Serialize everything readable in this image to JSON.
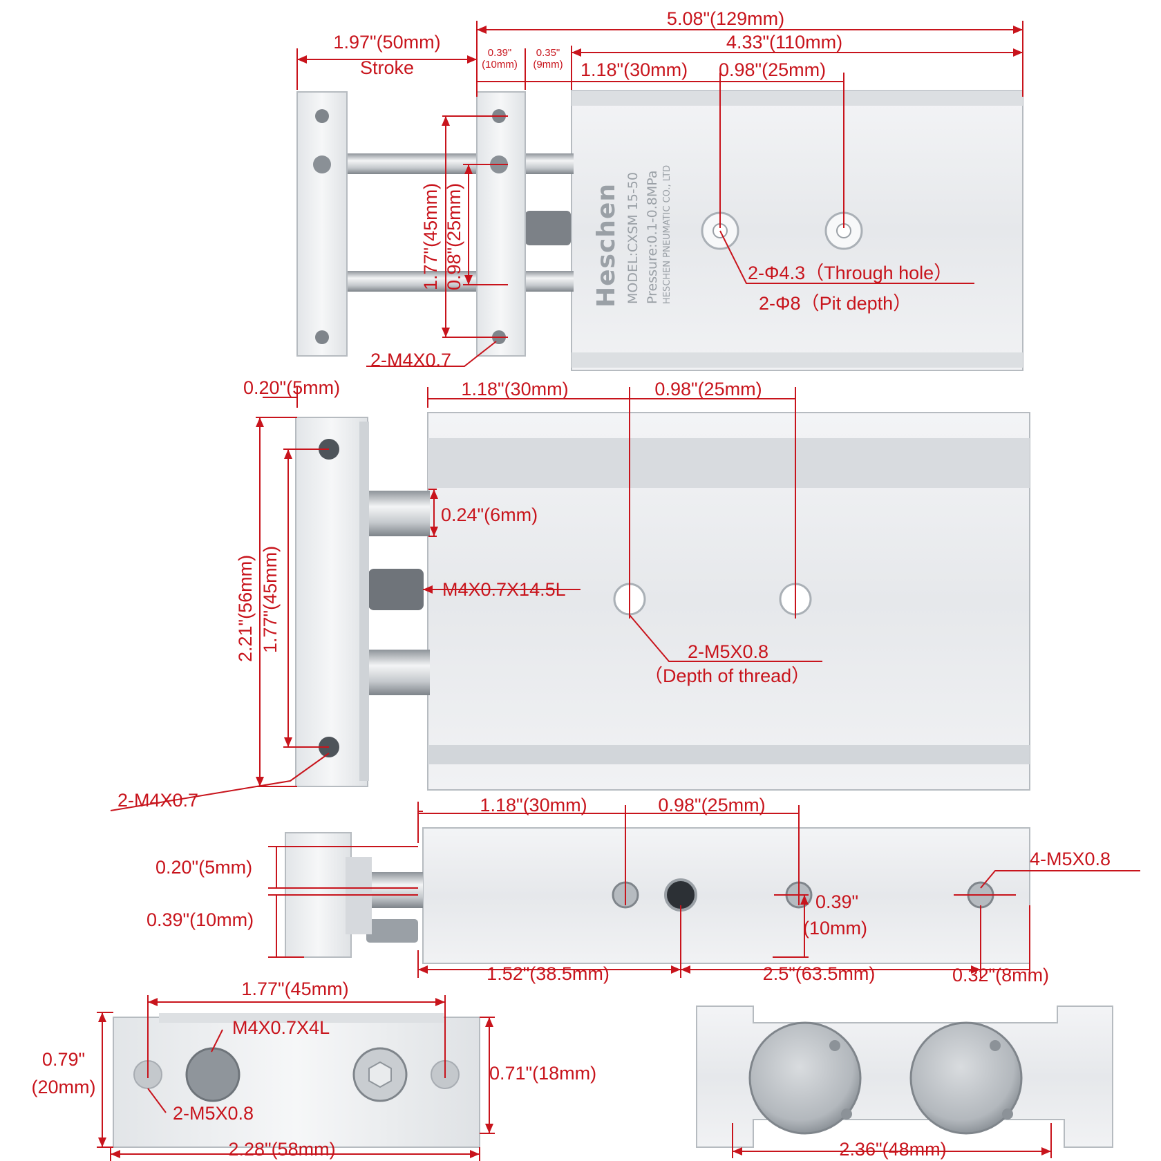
{
  "colors": {
    "dimension": "#c8141c",
    "metal_light": "#eef0f2",
    "metal_mid": "#d6d9dd",
    "metal_dark": "#a7acb2",
    "label_gray": "#9aa0a6",
    "background": "#ffffff"
  },
  "product": {
    "brand": "Heschen",
    "model": "MODEL:CXSM 15-50",
    "pressure": "Pressure:0.1-0.8MPa",
    "maker": "HESCHEN PNEUMATIC CO., LTD"
  },
  "top_view": {
    "overall_length": "5.08\"(129mm)",
    "body_length": "4.33\"(110mm)",
    "stroke_value": "1.97\"(50mm)",
    "stroke_word": "Stroke",
    "plate_thick_a": "0.39\"",
    "plate_thick_b": "(10mm)",
    "gap_a": "0.35\"",
    "gap_b": "(9mm)",
    "hole_offset": "1.18\"(30mm)",
    "hole_pitch": "0.98\"(25mm)",
    "plate_span": "1.77\"(45mm)",
    "rod_span": "0.98\"(25mm)",
    "through_hole": "2-Φ4.3（Through hole）",
    "pit_depth": "2-Φ8（Pit depth）",
    "plate_thread": "2-M4X0.7"
  },
  "side_view": {
    "lip": "0.20\"(5mm)",
    "hole_offset": "1.18\"(30mm)",
    "hole_pitch": "0.98\"(25mm)",
    "rod_dia": "0.24\"(6mm)",
    "bolt": "M4X0.7X14.5L",
    "body_thread": "2-M5X0.8",
    "thread_depth": "（Depth of thread）",
    "height": "2.21\"(56mm)",
    "hole_span": "1.77\"(45mm)",
    "plate_thread": "2-M4X0.7"
  },
  "bottom_view": {
    "hole_offset": "1.18\"(30mm)",
    "hole_pitch": "0.98\"(25mm)",
    "step": "0.20\"(5mm)",
    "rod_height": "0.39\"(10mm)",
    "port_thread": "4-M5X0.8",
    "port_height_a": "0.39\"",
    "port_height_b": "(10mm)",
    "port_offset": "1.52\"(38.5mm)",
    "port_pitch": "2.5\"(63.5mm)",
    "end_offset": "0.32\"(8mm)"
  },
  "end_view": {
    "hole_span": "1.77\"(45mm)",
    "screw": "M4X0.7X4L",
    "height_a": "0.79\"",
    "height_b": "(20mm)",
    "inner_height": "0.71\"(18mm)",
    "side_thread": "2-M5X0.8",
    "width": "2.28\"(58mm)"
  },
  "rear_view": {
    "width": "2.36\"(48mm)"
  }
}
